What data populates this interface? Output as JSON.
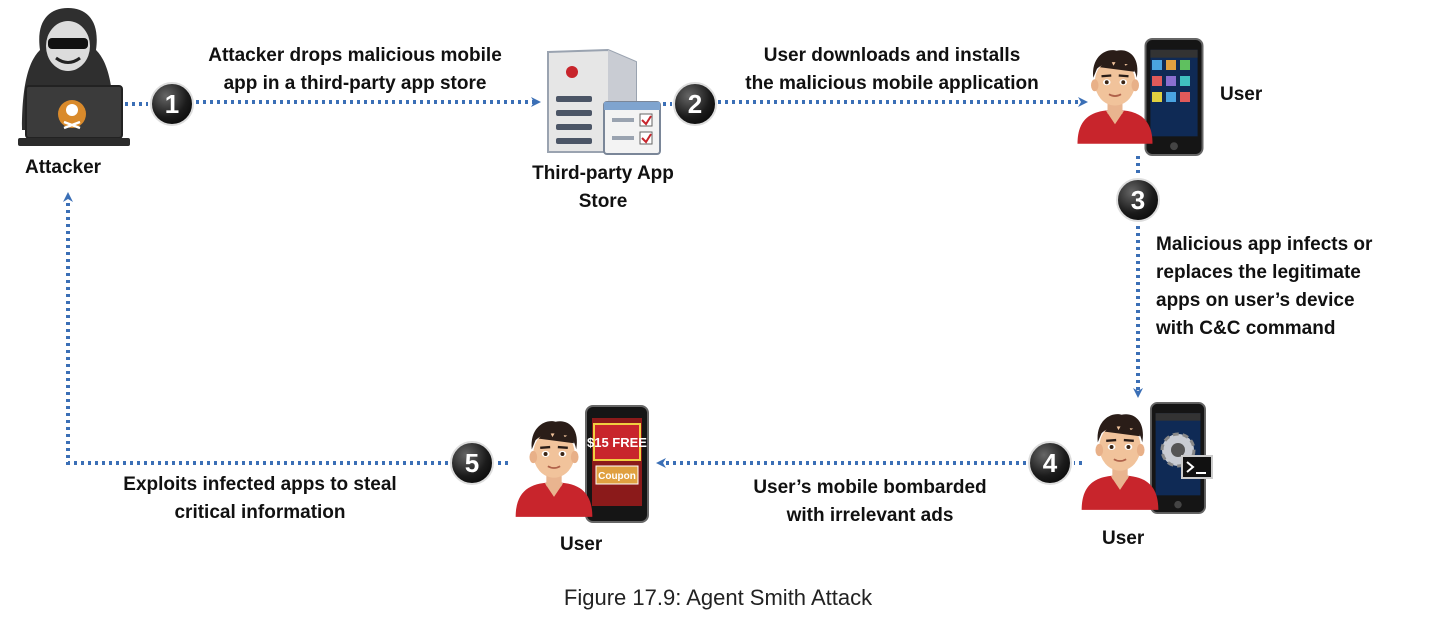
{
  "nodes": {
    "attacker": "Attacker",
    "app_store_line1": "Third-party App",
    "app_store_line2": "Store",
    "user_top": "User",
    "user_bottom_right": "User",
    "user_bottom_mid": "User"
  },
  "steps": [
    {
      "number": "1",
      "line1": "Attacker drops malicious mobile",
      "line2": "app in a third-party app store"
    },
    {
      "number": "2",
      "line1": "User downloads and installs",
      "line2": "the malicious mobile application"
    },
    {
      "number": "3",
      "line1": "Malicious app infects or",
      "line2": "replaces the legitimate",
      "line3": "apps on user’s device",
      "line4": "with C&C command"
    },
    {
      "number": "4",
      "line1": "User’s mobile bombarded",
      "line2": "with irrelevant ads"
    },
    {
      "number": "5",
      "line1": "Exploits infected apps to steal",
      "line2": "critical information"
    }
  ],
  "phone_ad": {
    "line1": "$15 FREE",
    "line2": "Coupon"
  },
  "caption": "Figure 17.9: Agent Smith Attack",
  "colors": {
    "arrow": "#3b6fb6",
    "badge": "#1b1b1b",
    "shirt": "#c8252c"
  }
}
